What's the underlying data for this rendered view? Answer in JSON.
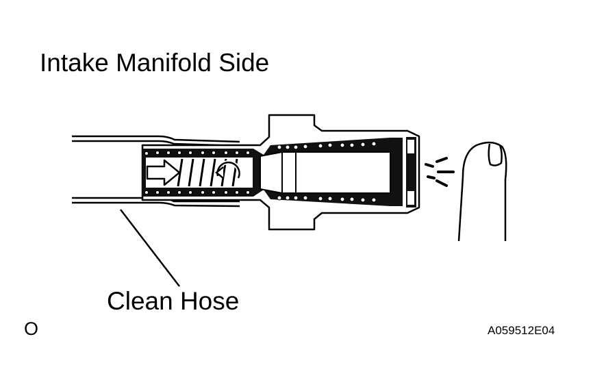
{
  "labels": {
    "title": "Intake Manifold Side",
    "hose": "Clean Hose",
    "mark": "O",
    "code": "A059512E04"
  },
  "icons": {
    "flow_arrow": "white-arrow-right-icon",
    "rotation": "circular-arrow-icon",
    "air_blast": "air-blast-icon",
    "finger": "finger-icon"
  }
}
